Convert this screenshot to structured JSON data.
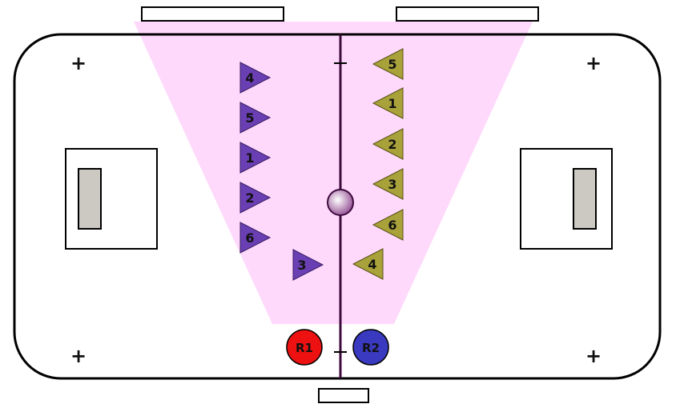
{
  "colors": {
    "background": "#ffffff",
    "outline": "#000000",
    "zone": "#ffd9fb",
    "center_line": "#3c0a3c",
    "team_a": "#6a3fb3",
    "team_b": "#a9a23a",
    "goal_insert": "#ccc8c2",
    "referee_1": "#ee1111",
    "referee_2": "#3a3ac0",
    "ball": "#cfa0cf"
  },
  "team_a": {
    "players": [
      {
        "number": "4"
      },
      {
        "number": "5"
      },
      {
        "number": "1"
      },
      {
        "number": "2"
      },
      {
        "number": "6"
      },
      {
        "number": "3"
      }
    ]
  },
  "team_b": {
    "players": [
      {
        "number": "5"
      },
      {
        "number": "1"
      },
      {
        "number": "2"
      },
      {
        "number": "3"
      },
      {
        "number": "6"
      },
      {
        "number": "4"
      }
    ]
  },
  "referees": [
    {
      "label": "R1"
    },
    {
      "label": "R2"
    }
  ],
  "markers": {
    "plus": "+",
    "tick": "–"
  }
}
